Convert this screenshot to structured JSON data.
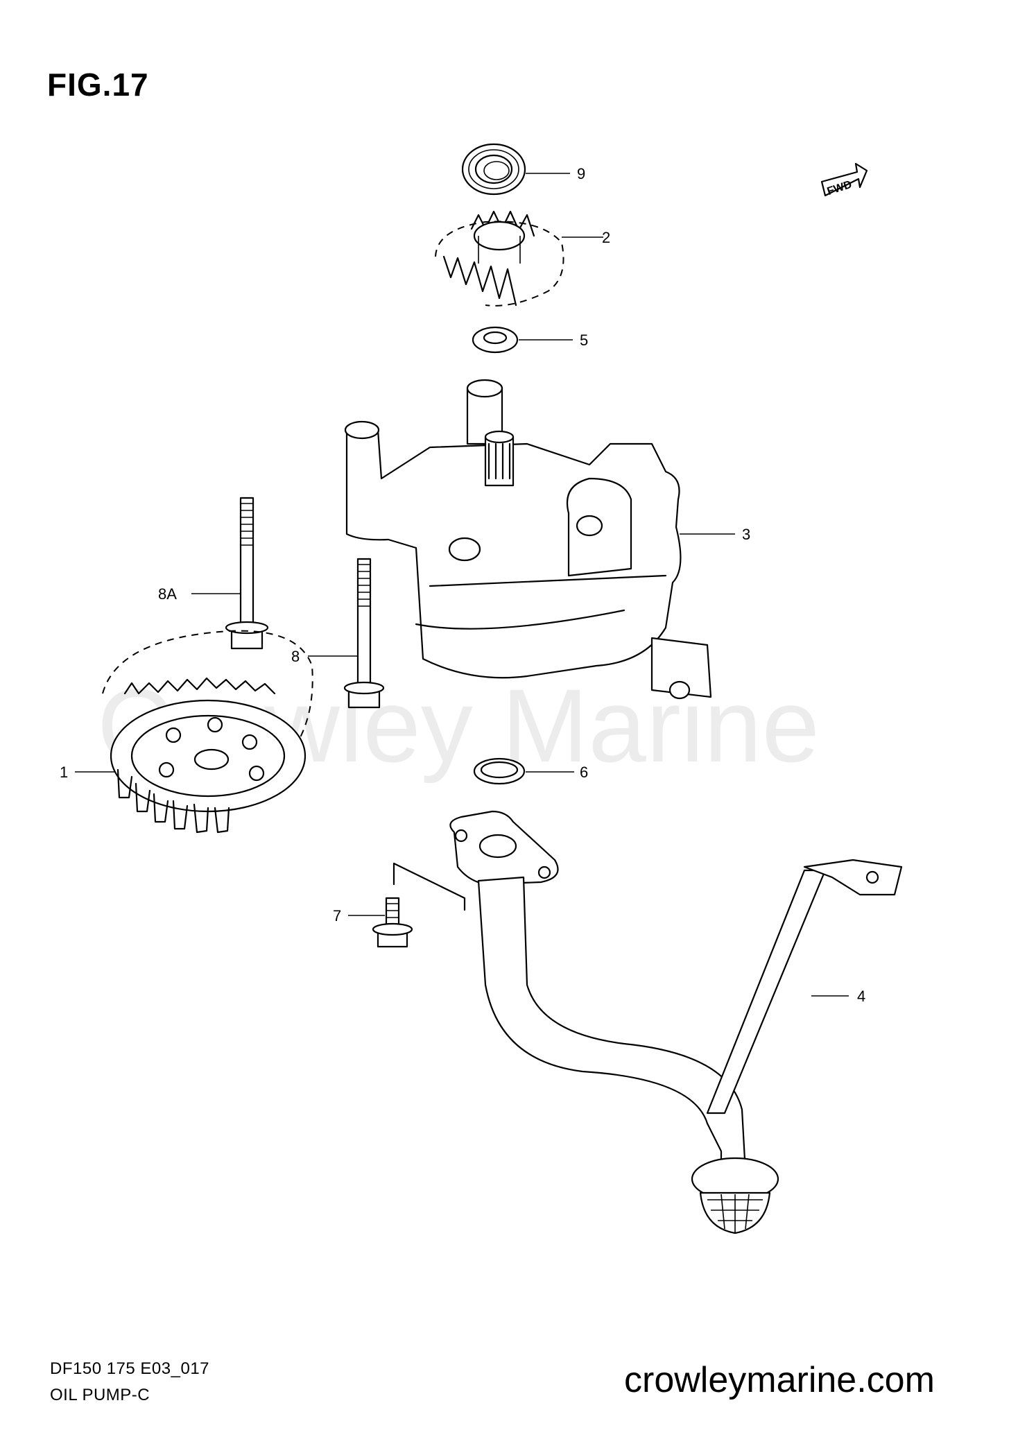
{
  "figure_title": "FIG.17",
  "watermark": "Crowley Marine",
  "fwd_label": "FWD",
  "callouts": [
    "9",
    "2",
    "5",
    "3",
    "8A",
    "8",
    "1",
    "6",
    "7",
    "4"
  ],
  "footer": {
    "code": "DF150 175 E03_017",
    "caption": "OIL PUMP-C",
    "website": "crowleymarine.com"
  }
}
